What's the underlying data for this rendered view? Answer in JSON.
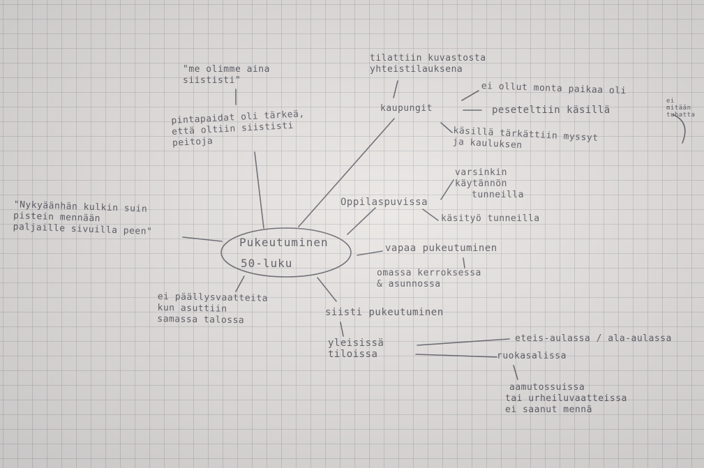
{
  "center": {
    "line1": "Pukeutuminen",
    "line2": "50-luku"
  },
  "notes": {
    "quote_siististi": [
      "\"me olimme aina",
      "siististi\""
    ],
    "pintapaidat": [
      "pintapaidat oli tärkeä,",
      "että oltiin siististi",
      "peitoja"
    ],
    "tilattiin": [
      "tilattiin kuvastosta",
      "yhteistilauksena"
    ],
    "kaupungit": "kaupungit",
    "ei_ollut": "ei ollut monta paikaa oli",
    "peseteltiin": "peseteltiin käsillä",
    "ei_mitaan_side": [
      "ei",
      "mitään",
      "tuhatta"
    ],
    "kasilla": [
      "käsillä tärkättiin myssyt",
      "ja kauluksen"
    ],
    "quote_nykyaan": [
      "\"Nykyäänhän kulkin suin",
      "pistein mennään",
      "paljaille sivuilla peen\""
    ],
    "oppilaspuvissa": "Oppilaspuvissa",
    "varsinkin": [
      "varsinkin",
      "käytännön",
      "tunneilla"
    ],
    "kasityo": "käsityö tunneilla",
    "vapaa": "vapaa pukeutuminen",
    "omassa": [
      "omassa kerroksessa",
      "& asunnossa"
    ],
    "ei_paallysvaatteita": [
      "ei päällysvaatteita",
      "kun asuttiin",
      "samassa talossa"
    ],
    "siisti": "siisti pukeutuminen",
    "yleisissa": [
      "yleisissä",
      "tiloissa"
    ],
    "eteis": "eteis-aulassa / ala-aulassa",
    "ruokasalissa": "ruokasalissa",
    "aamutossuissa": [
      "aamutossuissa",
      "tai urheiluvaatteissa",
      "ei saanut mennä"
    ]
  }
}
